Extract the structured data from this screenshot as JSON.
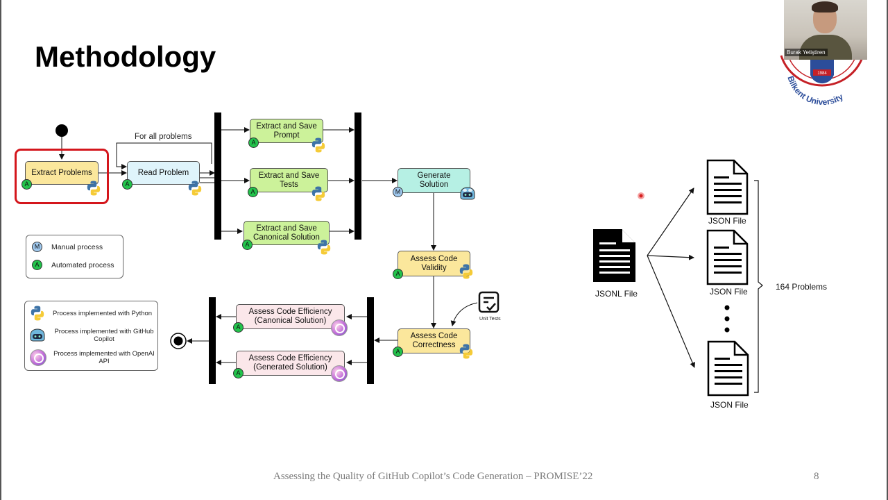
{
  "slide": {
    "title": "Methodology",
    "footer": "Assessing the Quality of GitHub Copilot’s Code Generation – PROMISE’22",
    "page_number": "8"
  },
  "webcam": {
    "name": "Burak Yetiştiren"
  },
  "logo": {
    "text": "Bilkent University",
    "year": "1984"
  },
  "diagram": {
    "loop_label": "For all problems",
    "nodes": {
      "extract_problems": "Extract Problems",
      "read_problem": "Read Problem",
      "extract_prompt": "Extract and Save Prompt",
      "extract_tests": "Extract and Save Tests",
      "extract_canonical": "Extract and Save Canonical Solution",
      "generate_solution": "Generate Solution",
      "assess_validity": "Assess Code Validity",
      "assess_correctness": "Assess Code Correctness",
      "efficiency_canonical_l1": "Assess Code Efficiency",
      "efficiency_canonical_l2": "(Canonical Solution)",
      "efficiency_generated_l1": "Assess Code Efficiency",
      "efficiency_generated_l2": "(Generated Solution)",
      "unit_tests": "Unit Tests"
    },
    "badge_automated": "A",
    "badge_manual": "M",
    "legend_process": {
      "manual": "Manual process",
      "automated": "Automated process"
    },
    "legend_impl": {
      "python": "Process implemented with Python",
      "copilot": "Process implemented with GitHub Copilot",
      "openai": "Process implemented with OpenAI API"
    },
    "colors": {
      "highlight": "#d4161c",
      "yellow": "#fbe79c",
      "light_green": "#ccf29a",
      "cyan": "#b6f0e4",
      "light_blue": "#dff4fb",
      "pink": "#fbe7ea",
      "automated": "#22c24b",
      "manual": "#9fc8ee"
    }
  },
  "dataset_figure": {
    "source_label": "JSONL File",
    "file_labels": [
      "JSON File",
      "JSON File",
      "JSON File"
    ],
    "count_label": "164 Problems"
  }
}
